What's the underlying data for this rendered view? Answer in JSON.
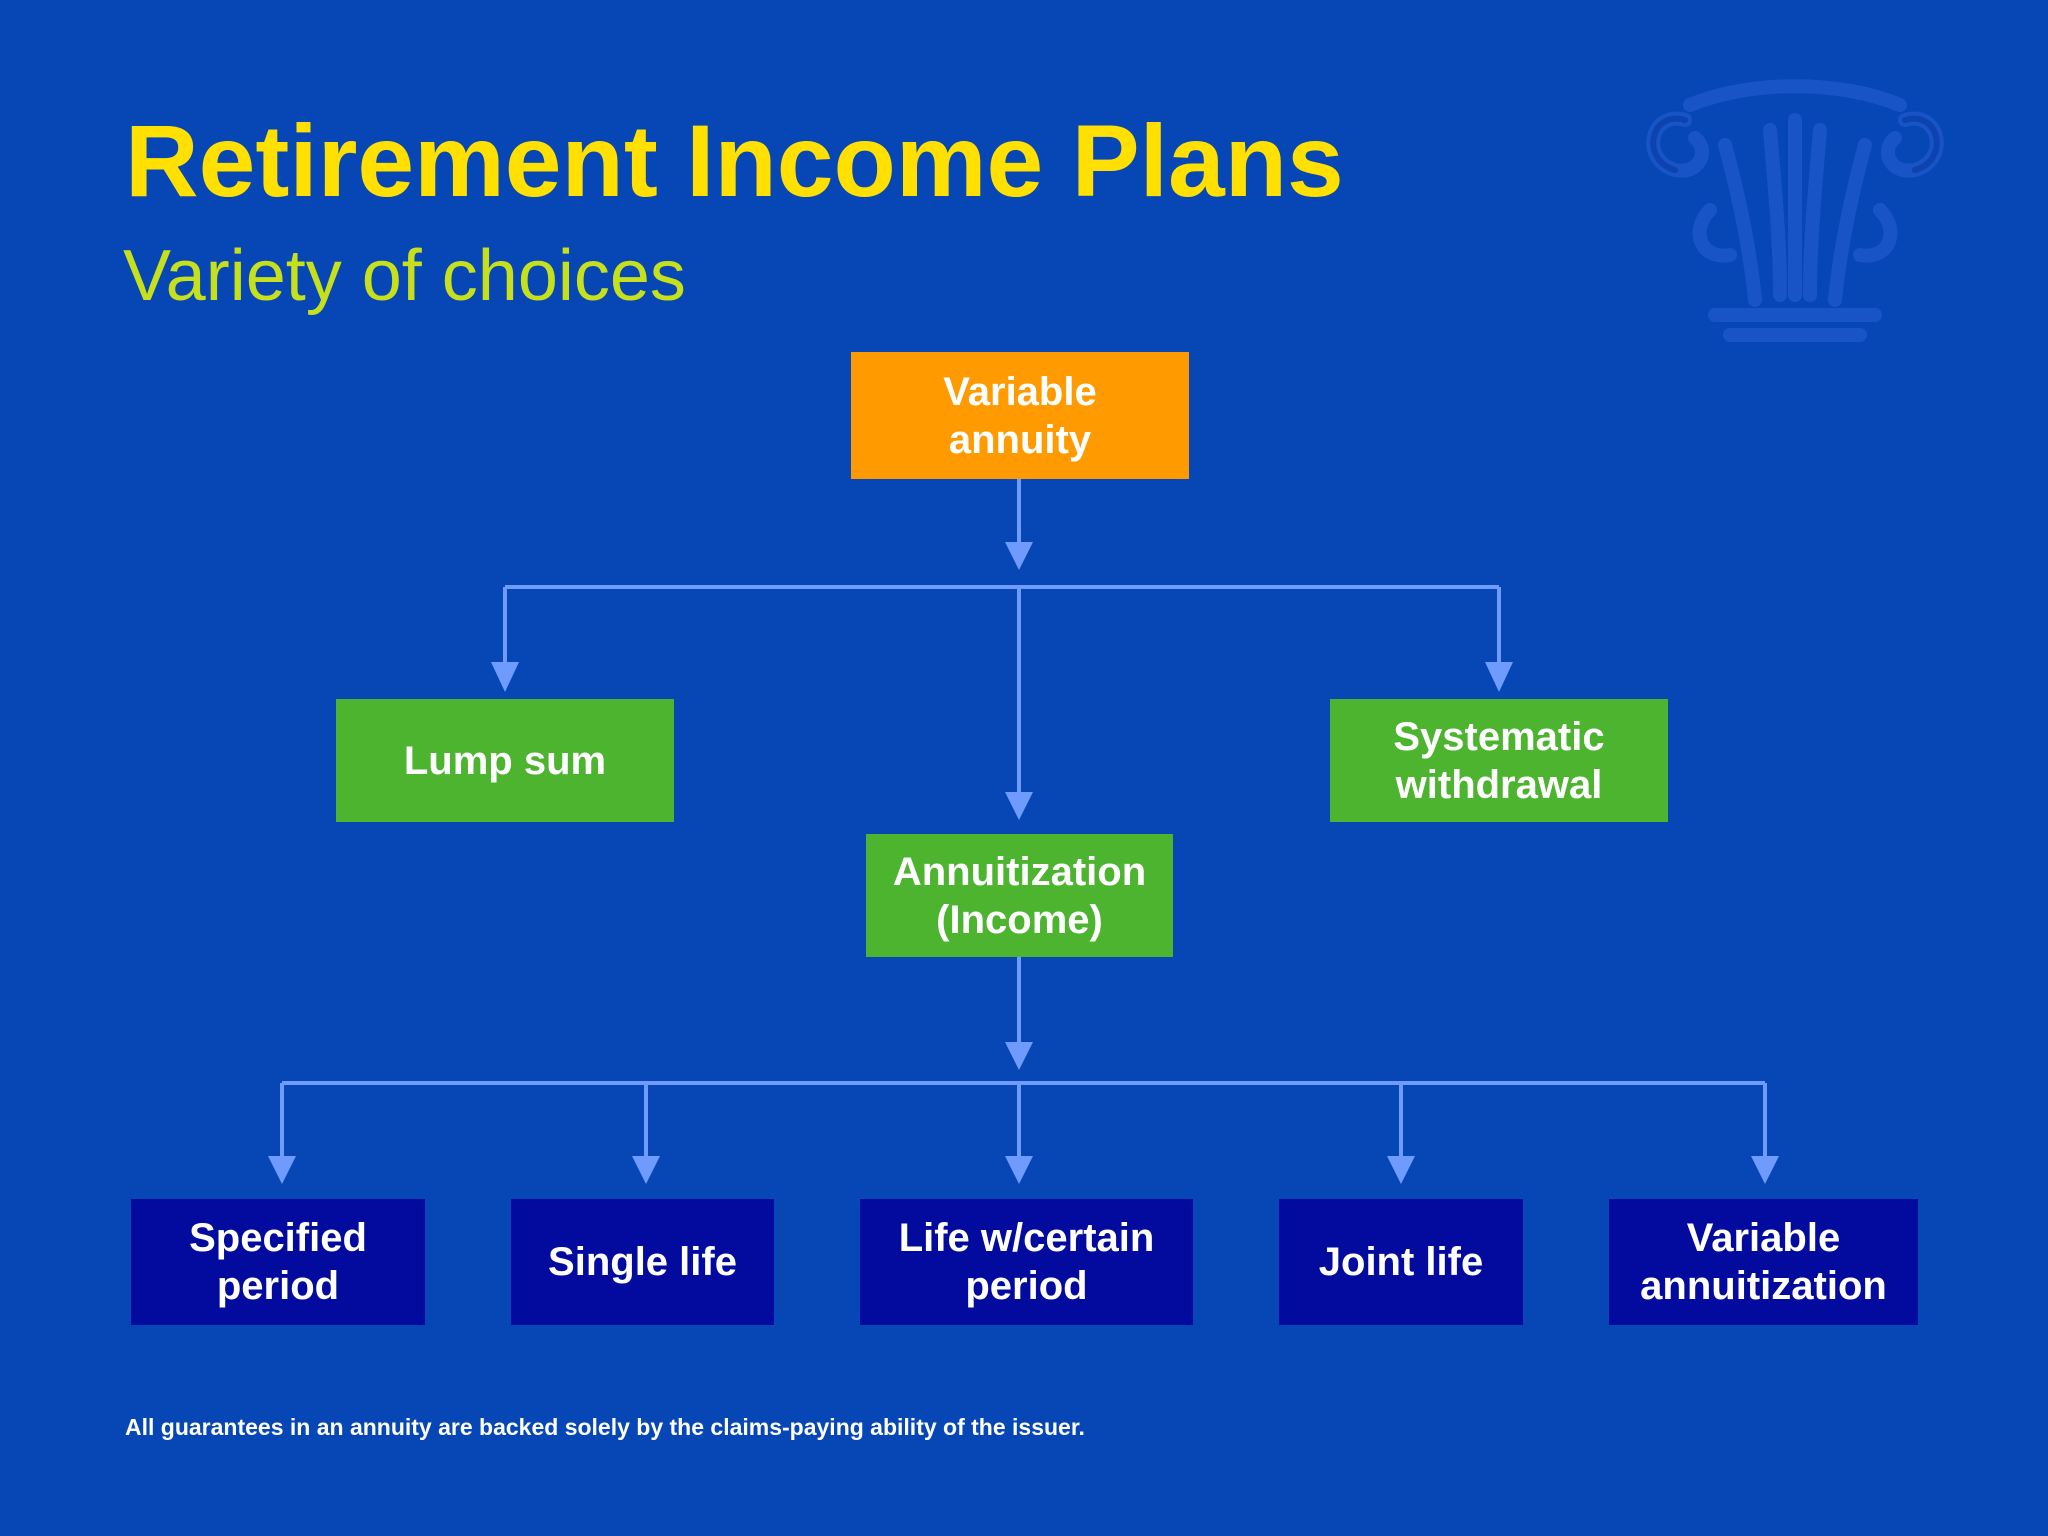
{
  "slide": {
    "title": "Retirement Income Plans",
    "subtitle": "Variety of choices",
    "logo_icon": "column-capital-icon",
    "footnote": "All guarantees in an annuity are backed solely by the claims-paying ability of the issuer."
  },
  "colors": {
    "background": "#0747b5",
    "title": "#ffe000",
    "subtitle": "#c6e01c",
    "root_box": "#ff9a00",
    "mid_box": "#4cb42f",
    "leaf_box": "#030b9e",
    "connector": "#6f9bff"
  },
  "diagram": {
    "root": {
      "label": "Variable\nannuity"
    },
    "level2": {
      "lump_sum": {
        "label": "Lump sum"
      },
      "annuitization": {
        "label": "Annuitization\n(Income)"
      },
      "systematic": {
        "label": "Systematic\nwithdrawal"
      }
    },
    "level3": {
      "specified_period": {
        "label": "Specified\nperiod"
      },
      "single_life": {
        "label": "Single life"
      },
      "life_certain": {
        "label": "Life w/certain\nperiod"
      },
      "joint_life": {
        "label": "Joint life"
      },
      "variable_annuitization": {
        "label": "Variable\nannuitization"
      }
    }
  }
}
